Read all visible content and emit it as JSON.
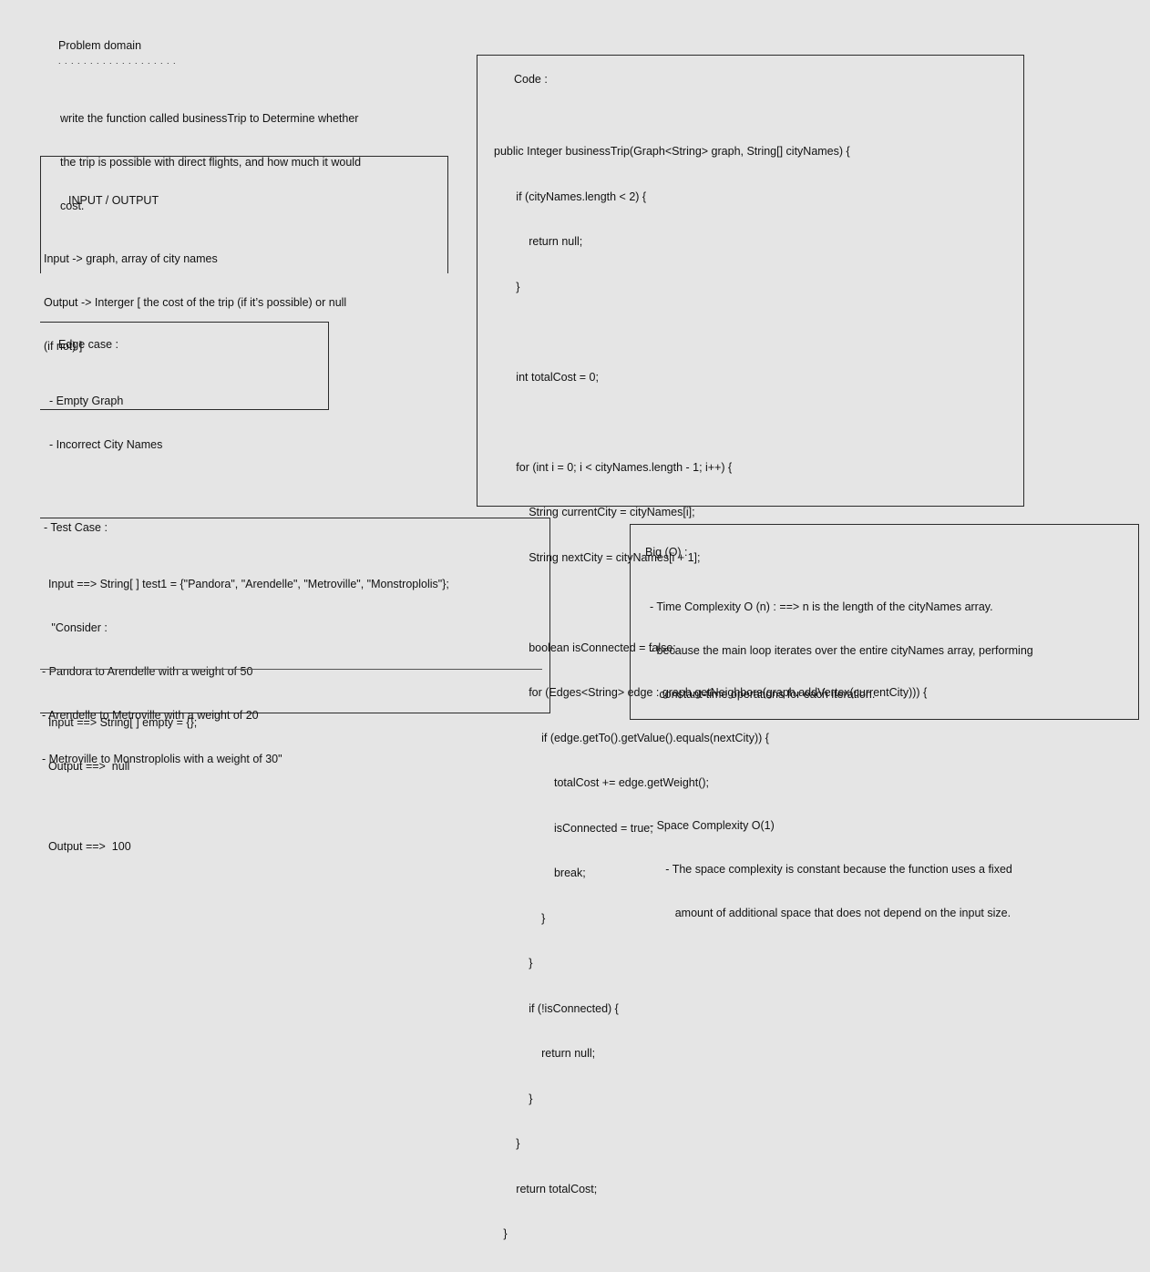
{
  "problem": {
    "title": "Problem domain",
    "dots": ". . . . . . . . . . . . . . . . . . .",
    "lines": [
      "write the function called businessTrip to Determine whether",
      "the trip is possible with direct flights, and how much it would",
      "cost."
    ]
  },
  "io": {
    "title": "INPUT / OUTPUT",
    "lines": [
      "Input -> graph, array of city names",
      "Output -> Interger [ the cost of the trip (if it’s possible) or null",
      "(if not) ]"
    ]
  },
  "edge": {
    "title": "Edge case :",
    "items": [
      "- Empty Graph",
      "- Incorrect City Names"
    ]
  },
  "code": {
    "title": "Code :",
    "lines": [
      "public Integer businessTrip(Graph<String> graph, String[] cityNames) {",
      "       if (cityNames.length < 2) {",
      "           return null;",
      "       }",
      "",
      "       int totalCost = 0;",
      "",
      "       for (int i = 0; i < cityNames.length - 1; i++) {",
      "           String currentCity = cityNames[i];",
      "           String nextCity = cityNames[i + 1];",
      "",
      "           boolean isConnected = false;",
      "           for (Edges<String> edge : graph.getNeighbors(graph.addVertex(currentCity))) {",
      "               if (edge.getTo().getValue().equals(nextCity)) {",
      "                   totalCost += edge.getWeight();",
      "                   isConnected = true;",
      "                   break;",
      "               }",
      "           }",
      "           if (!isConnected) {",
      "               return null;",
      "           }",
      "       }",
      "       return totalCost;",
      "   }"
    ]
  },
  "tests": {
    "title": "- Test Case :",
    "lines1": [
      "  Input ==> String[ ] test1 = {\"Pandora\", \"Arendelle\", \"Metroville\", \"Monstroplolis\"};",
      "   \"Consider :",
      "- Pandora to Arendelle with a weight of 50",
      "- Arendelle to Metroville with a weight of 20",
      "- Metroville to Monstroplolis with a weight of 30\"",
      "",
      "  Output ==>  100"
    ],
    "lines2": [
      "  Input ==> String[ ] empty = {};",
      "  Output ==>  null"
    ]
  },
  "bigo": {
    "title": "Big (O) :",
    "lines": [
      "  - Time Complexity O (n) : ==> n is the length of the cityNames array.",
      "  - because the main loop iterates over the entire cityNames array, performing",
      "     constant-time operations for each iteration.",
      "",
      "",
      "  - Space Complexity O(1)",
      "       - The space complexity is constant because the function uses a fixed",
      "          amount of additional space that does not depend on the input size."
    ]
  }
}
